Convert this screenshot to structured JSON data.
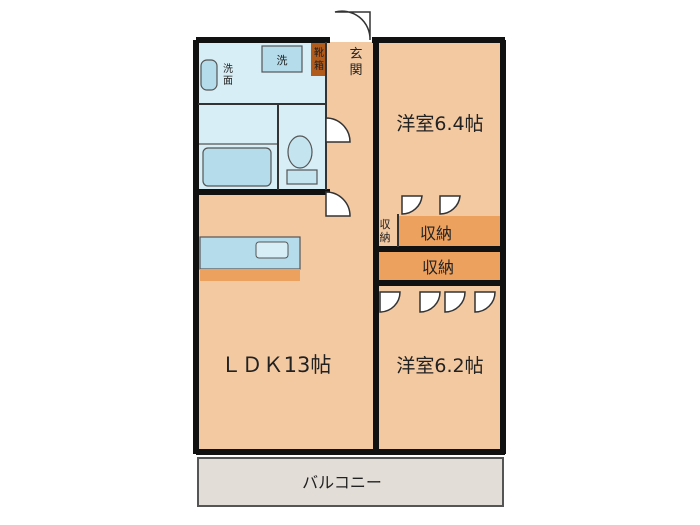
{
  "rooms": {
    "western_room_1": "洋室6.4帖",
    "western_room_2": "洋室6.2帖",
    "ldk": "ＬＤＫ13帖",
    "balcony": "バルコニー"
  },
  "storage": {
    "closet_upper": "収納",
    "closet_lower": "収納",
    "small_storage": [
      "収",
      "納"
    ]
  },
  "entrance": {
    "genkan": [
      "玄",
      "関"
    ],
    "shoe_box": [
      "靴",
      "箱"
    ]
  },
  "washroom": {
    "senmen": [
      "洗",
      "面"
    ],
    "washer": "洗"
  },
  "colors": {
    "room_fill": "#f3c9a2",
    "closet_fill": "#eca15f",
    "wet_area": "#b5dceb",
    "balcony_fill": "#e2ddd6",
    "wall": "#111111",
    "shoe_box": "#b05a1c"
  }
}
